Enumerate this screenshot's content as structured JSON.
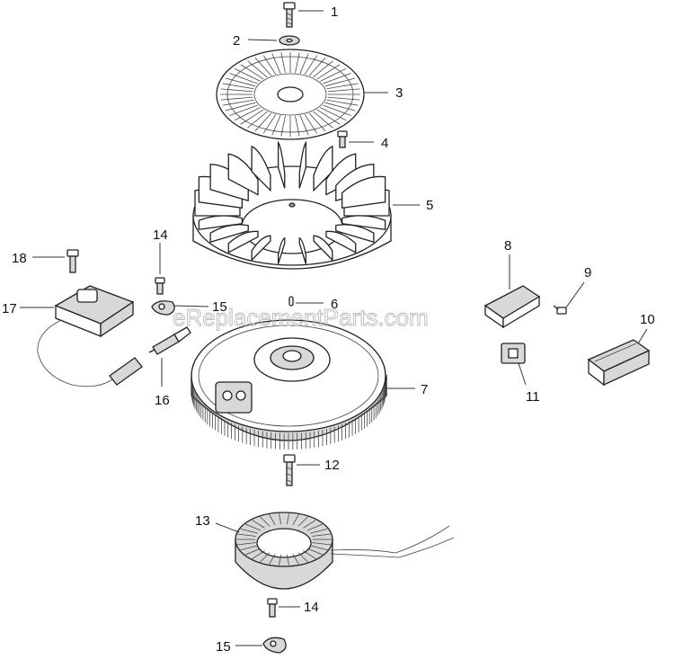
{
  "watermark": "eReplacementParts.com",
  "callouts": {
    "p1": "1",
    "p2": "2",
    "p3": "3",
    "p4": "4",
    "p5": "5",
    "p6": "6",
    "p7": "7",
    "p8": "8",
    "p9": "9",
    "p10": "10",
    "p11": "11",
    "p12": "12",
    "p13": "13",
    "p14a": "14",
    "p14b": "14",
    "p15a": "15",
    "p15b": "15",
    "p16": "16",
    "p17": "17",
    "p18": "18"
  }
}
